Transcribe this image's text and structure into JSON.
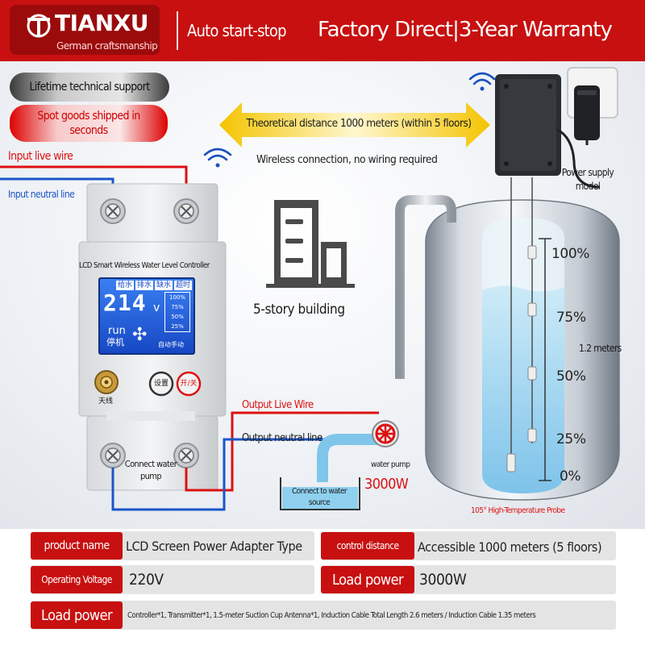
{
  "header": {
    "brand": "TIANXU",
    "brand_sub": "German craftsmanship",
    "tagline_small": "Auto start-stop",
    "tagline_main": "Factory Direct|3-Year Warranty"
  },
  "badges": {
    "support": "Lifetime technical support",
    "shipping": "Spot goods shipped in seconds"
  },
  "scene": {
    "distance": "Theoretical distance 1000 meters (within 5 floors)",
    "wireless": "Wireless connection, no wiring required",
    "input_live": "Input live wire",
    "input_neutral": "Input neutral line",
    "controller_label": "LCD Smart Wireless Water Level Controller",
    "lcd_tabs": [
      "给水",
      "排水",
      "缺水",
      "超时"
    ],
    "lcd_voltage": "214",
    "lcd_unit": "v",
    "lcd_levels": [
      "100%",
      "75%",
      "50%",
      "25%"
    ],
    "lcd_run": "run",
    "lcd_stop": "停机",
    "lcd_mode": "自动手动",
    "btn_set": "设置",
    "btn_power": "开/关",
    "antenna": "天线",
    "connect_pump": "Connect water pump",
    "output_live": "Output Live Wire",
    "output_neutral": "Output neutral line",
    "building": "5-story building",
    "water_pump": "water pump",
    "pump_power": "3000W",
    "water_source": "Connect to water source",
    "power_model": "Power supply model",
    "tank_height": "1.2 meters",
    "probe": "105° High-Temperature Probe",
    "levels": [
      "100%",
      "75%",
      "50%",
      "25%",
      "0%"
    ]
  },
  "specs": {
    "product_name_label": "product name",
    "product_name_value": "LCD Screen Power Adapter Type",
    "control_distance_label": "control distance",
    "control_distance_value": "Accessible 1000 meters (5 floors)",
    "voltage_label": "Operating Voltage",
    "voltage_value": "220V",
    "load_power_label": "Load power",
    "load_power_value": "3000W",
    "package_label": "Load power",
    "package_value": "Controller*1, Transmitter*1, 1.5-meter Suction Cup Antenna*1, Induction Cable Total Length 2.6 meters / Induction Cable 1.35 meters"
  },
  "colors": {
    "brand_red": "#c81010",
    "wire_blue": "#1a55c8",
    "lcd_blue": "#2a66e0",
    "water_blue": "#8fd0ef"
  }
}
